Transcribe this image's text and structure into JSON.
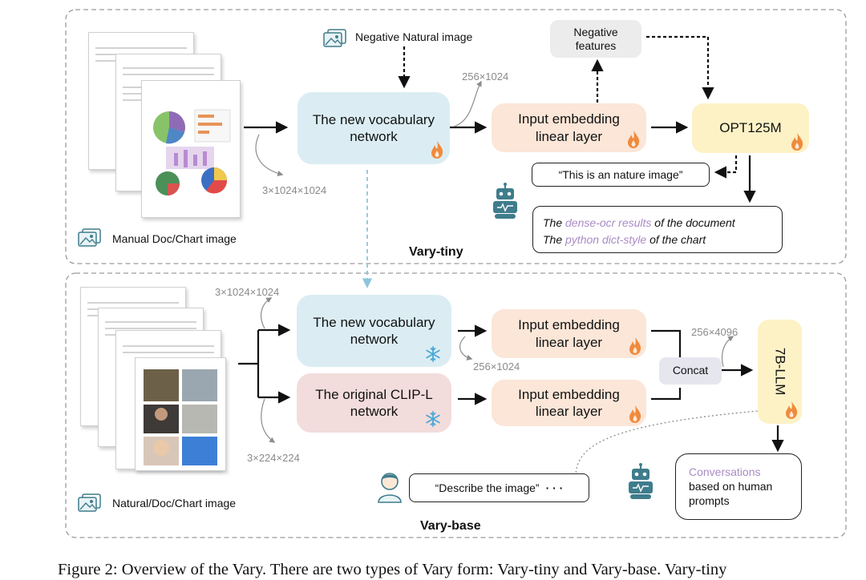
{
  "tiny": {
    "doc_label": "Manual Doc/Chart image",
    "neg_image_label": "Negative Natural image",
    "vocab_network": "The new vocabulary\nnetwork",
    "input_embed": "Input embedding\nlinear layer",
    "neg_features": "Negative\nfeatures",
    "opt": "OPT125M",
    "nature_bubble": "“This is an nature image”",
    "output_line1_pre": "The ",
    "output_line1_hl": "dense-ocr results",
    "output_line1_post": " of the document",
    "output_line2_pre": "The ",
    "output_line2_hl": "python dict-style",
    "output_line2_post": " of the chart",
    "dim_input": "3×1024×1024",
    "dim_tokens": "256×1024",
    "stage": "Vary-tiny"
  },
  "base": {
    "doc_label": "Natural/Doc/Chart image",
    "vocab_network": "The new vocabulary\nnetwork",
    "clip_network": "The original CLIP-L\nnetwork",
    "input_embed_1": "Input embedding\nlinear layer",
    "input_embed_2": "Input embedding\nlinear layer",
    "concat": "Concat",
    "llm": "7B-LLM",
    "dim_input_1": "3×1024×1024",
    "dim_input_2": "3×224×224",
    "dim_tokens": "256×1024",
    "dim_concat": "256×4096",
    "user_bubble": "“Describe the image”",
    "user_dots": "· · ·",
    "conv_hl": "Conversations",
    "conv_rest": "based on human\nprompts",
    "stage": "Vary-base"
  },
  "caption": "Figure 2: Overview of the Vary. There are two types of Vary form: Vary-tiny and Vary-base. Vary-tiny",
  "colors": {
    "blue_box": "#dbedf3",
    "peach_box": "#fbe6d8",
    "pink_box": "#f2dcdc",
    "yellow_box": "#fdf2c6",
    "highlight_text": "#a98bc4",
    "flame": "#f08a3c",
    "snowflake": "#4aa8d8",
    "robot": "#3f7c8c"
  },
  "icons": [
    "image-icon",
    "flame-icon",
    "snowflake-icon",
    "robot-icon",
    "user-icon"
  ]
}
